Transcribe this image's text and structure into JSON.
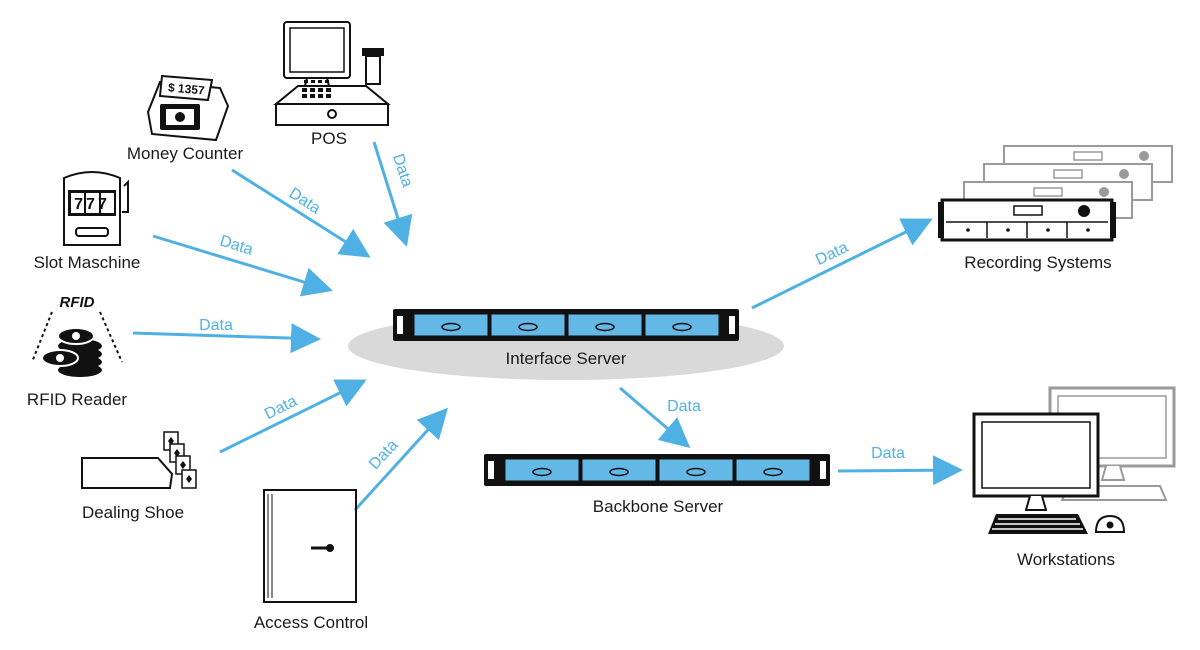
{
  "labels": {
    "money_counter": "Money Counter",
    "pos": "POS",
    "slot_machine": "Slot Maschine",
    "rfid_reader": "RFID Reader",
    "rfid_tag": "RFID",
    "dealing_shoe": "Dealing Shoe",
    "access_control": "Access Control",
    "interface_server": "Interface Server",
    "backbone_server": "Backbone Server",
    "recording_systems": "Recording Systems",
    "workstations": "Workstations"
  },
  "device_text": {
    "money_counter_display": "$ 1357",
    "slot_reels": "777"
  },
  "edge_label": "Data",
  "edges": [
    {
      "from": "money_counter",
      "to": "interface_server",
      "label": "Data"
    },
    {
      "from": "pos",
      "to": "interface_server",
      "label": "Data"
    },
    {
      "from": "slot_machine",
      "to": "interface_server",
      "label": "Data"
    },
    {
      "from": "rfid_reader",
      "to": "interface_server",
      "label": "Data"
    },
    {
      "from": "dealing_shoe",
      "to": "interface_server",
      "label": "Data"
    },
    {
      "from": "access_control",
      "to": "interface_server",
      "label": "Data"
    },
    {
      "from": "interface_server",
      "to": "recording_systems",
      "label": "Data"
    },
    {
      "from": "interface_server",
      "to": "backbone_server",
      "label": "Data"
    },
    {
      "from": "backbone_server",
      "to": "workstations",
      "label": "Data"
    }
  ],
  "colors": {
    "arrow": "#4fb1e3",
    "server_bay": "#63b8e6",
    "platform": "#d9d9d9",
    "outline": "#111111"
  }
}
